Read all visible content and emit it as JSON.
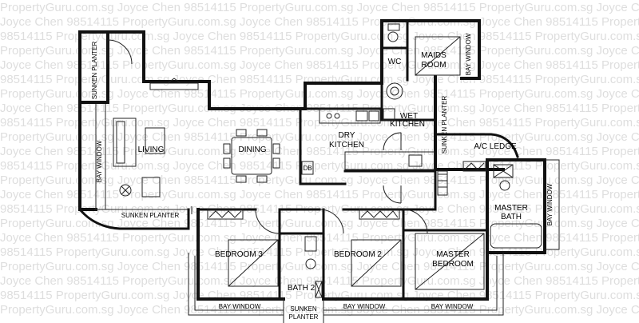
{
  "watermark": {
    "line_a": "PropertyGuru.com.sg Joyce Chen 98514115 PropertyGuru.com.sg Joyce Chen 98514115 PropertyGuru.com.sg Joyce Chen 98514115",
    "line_b": "Joyce Chen 98514115 PropertyGuru.com.sg Joyce Chen 98514115 PropertyGuru.com.sg Joyce Chen 98514115 PropertyGuru.com.sg",
    "line_c": "98514115 PropertyGuru.com.sg Joyce Chen 98514115 PropertyGuru.com.sg Joyce Chen 98514115 PropertyGuru.com.sg Joyce Chen"
  },
  "rooms": {
    "sunken_planter_left": "SUNKEN PLANTER",
    "bay_window_living": "BAY WINDOW",
    "living": "LIVING",
    "dining": "DINING",
    "dry_kitchen_1": "DRY",
    "dry_kitchen_2": "KITCHEN",
    "db": "DB",
    "wet_kitchen_1": "WET",
    "wet_kitchen_2": "KITCHEN",
    "wc": "WC",
    "maids_room_1": "MAIDS",
    "maids_room_2": "ROOM",
    "bay_window_maids": "BAY WINDOW",
    "sunken_planter_mid": "SUNKEN PLANTER",
    "ac_ledge": "A/C LEDGE",
    "master_bath_1": "MASTER",
    "master_bath_2": "BATH",
    "bay_window_right": "BAY WINDOW",
    "sunken_planter_bottom_left": "SUNKEN PLANTER",
    "bedroom_3": "BEDROOM 3",
    "bath_2": "BATH 2",
    "bedroom_2": "BEDROOM 2",
    "master_bedroom_1": "MASTER",
    "master_bedroom_2": "BEDROOM",
    "bay_window_b3": "BAY WINDOW",
    "bay_window_b2": "BAY WINDOW",
    "bay_window_mb": "BAY WINDOW",
    "sunken_planter_bottom_1": "SUNKEN",
    "sunken_planter_bottom_2": "PLANTER"
  }
}
